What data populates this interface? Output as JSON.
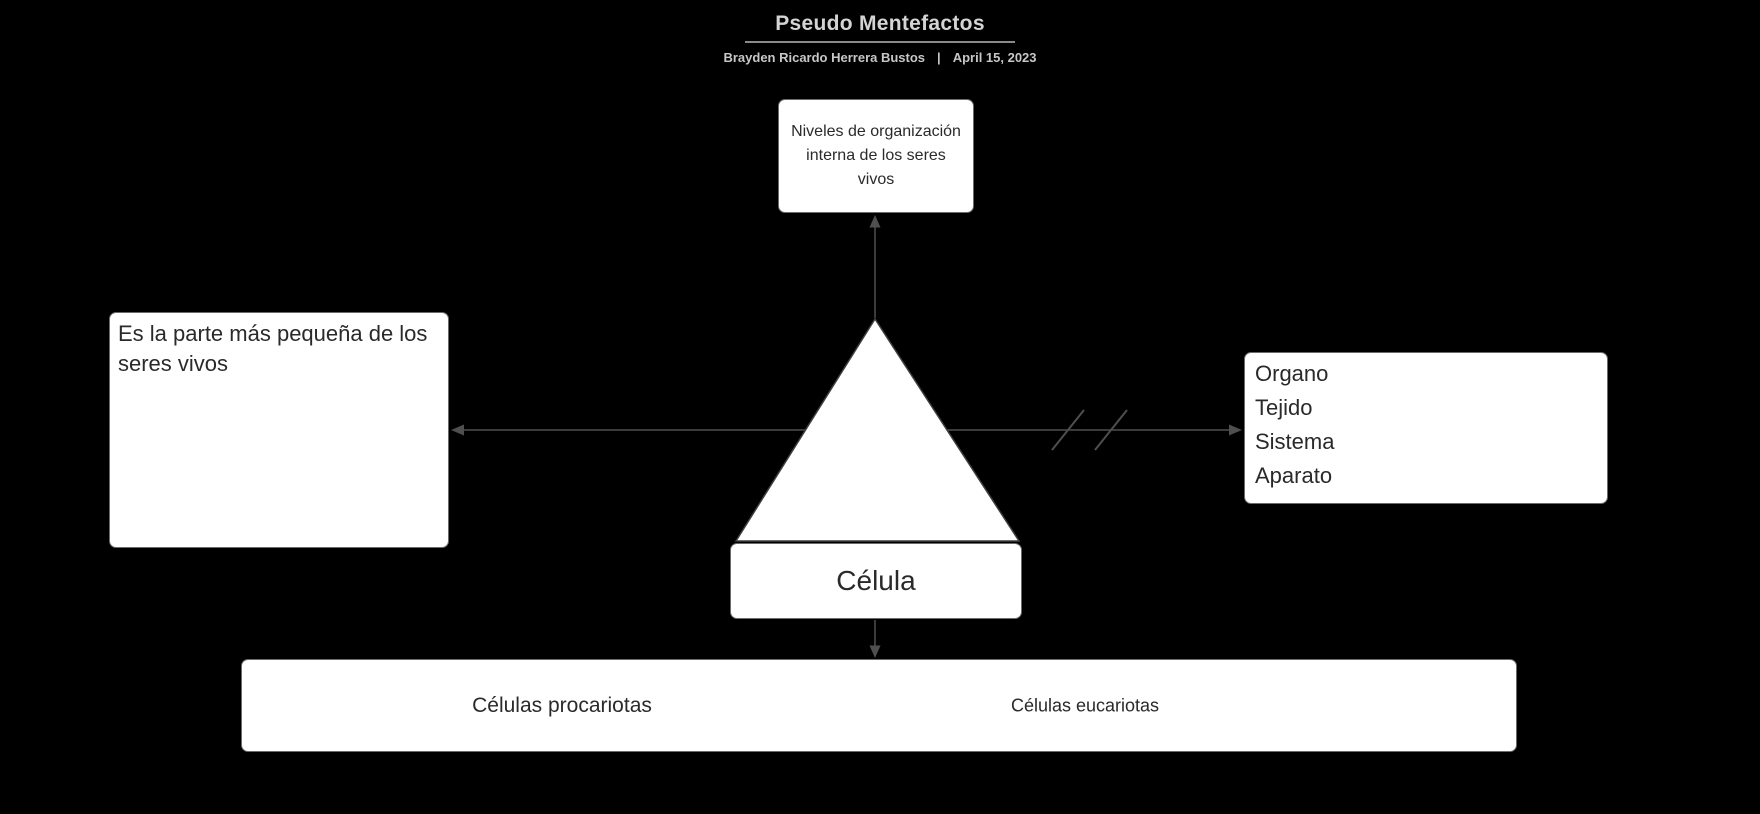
{
  "header": {
    "title": "Pseudo Mentefactos",
    "author": "Brayden Ricardo Herrera Bustos",
    "separator": "|",
    "date": "April 15, 2023"
  },
  "nodes": {
    "top": {
      "text": "Niveles de organización interna de los seres vivos"
    },
    "left": {
      "text": "Es la parte más pequeña de los seres vivos"
    },
    "right": {
      "lines": [
        "Organo",
        "Tejido",
        "Sistema",
        "Aparato"
      ]
    },
    "center": {
      "label": "Célula"
    },
    "bottom": {
      "left_label": "Células procariotas",
      "right_label": "Células eucariotas"
    }
  },
  "icons": {
    "triangle_shape": "concept-triangle",
    "exclusion_marks": "double-slash-exclusion"
  },
  "colors": {
    "background": "#000000",
    "node_fill": "#ffffff",
    "node_border": "#6b6b6b",
    "node_text": "#2a2a2a",
    "arrow": "#4f4f4f",
    "triangle_border": "#3f3f3f",
    "title_text": "#d4d4d4",
    "subtitle_text": "#c7c7c7"
  }
}
